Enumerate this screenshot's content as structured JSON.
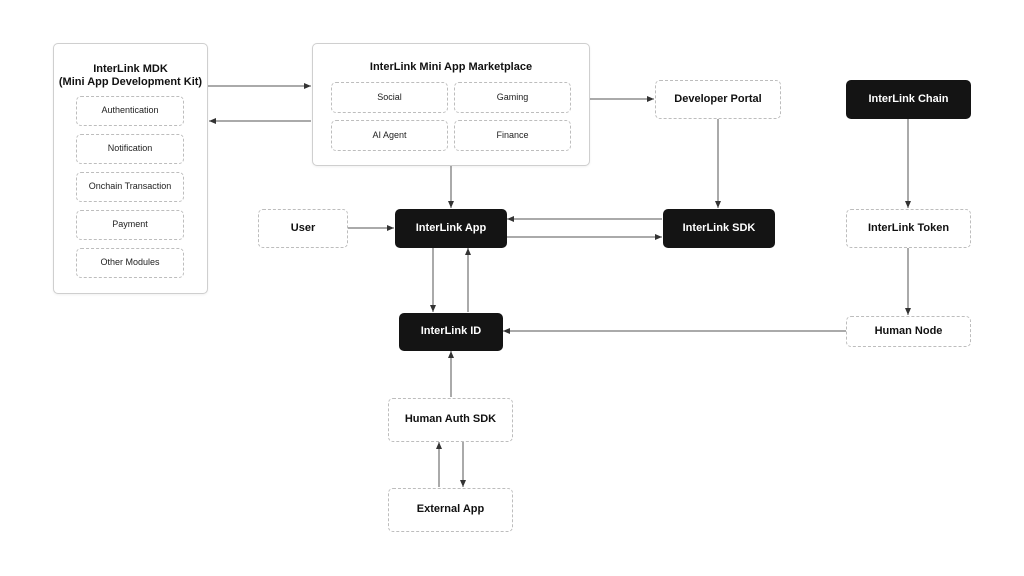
{
  "mdk": {
    "title_line1": "InterLink MDK",
    "title_line2": "(Mini App Development Kit)",
    "modules": [
      "Authentication",
      "Notification",
      "Onchain Transaction",
      "Payment",
      "Other Modules"
    ]
  },
  "marketplace": {
    "title": "InterLink Mini App Marketplace",
    "categories": [
      "Social",
      "Gaming",
      "AI Agent",
      "Finance"
    ]
  },
  "nodes": {
    "developer_portal": "Developer Portal",
    "chain": "InterLink Chain",
    "user": "User",
    "app": "InterLink App",
    "sdk": "InterLink SDK",
    "token": "InterLink Token",
    "id": "InterLink ID",
    "human_node": "Human Node",
    "human_auth_sdk": "Human Auth SDK",
    "external_app": "External App"
  },
  "colors": {
    "dark_node": "#141414",
    "border": "#bdbdbd",
    "arrow": "#333333"
  }
}
